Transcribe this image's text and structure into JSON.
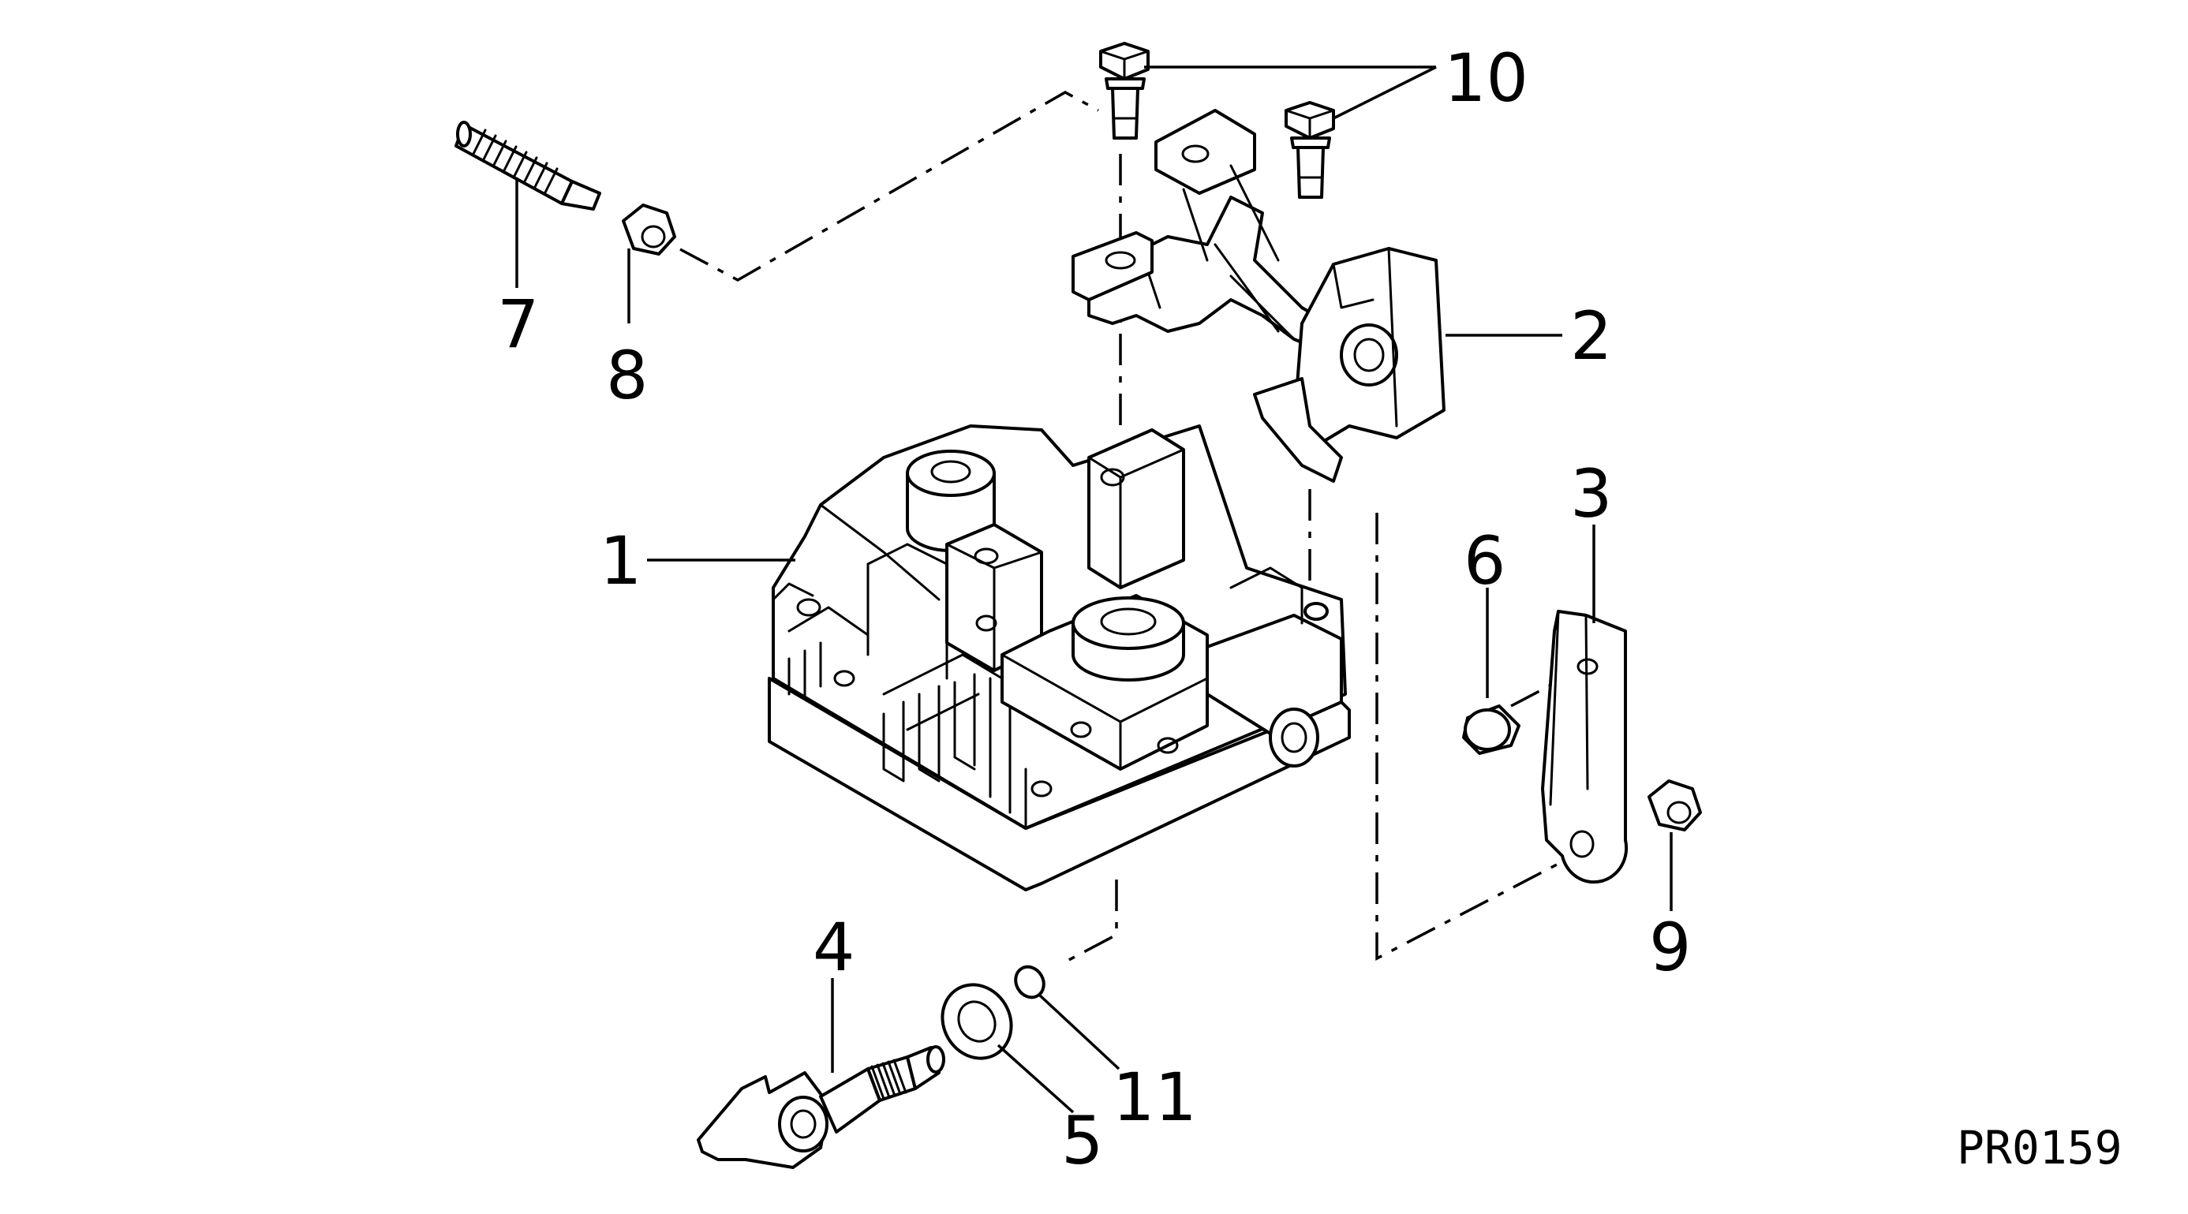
{
  "labels": {
    "l1": "1",
    "l2": "2",
    "l3": "3",
    "l4": "4",
    "l5": "5",
    "l6": "6",
    "l7": "7",
    "l8": "8",
    "l9": "9",
    "l10": "10",
    "l11": "11"
  },
  "figure_code": "PR0159",
  "colors": {
    "line": "#000000",
    "background": "#ffffff"
  }
}
